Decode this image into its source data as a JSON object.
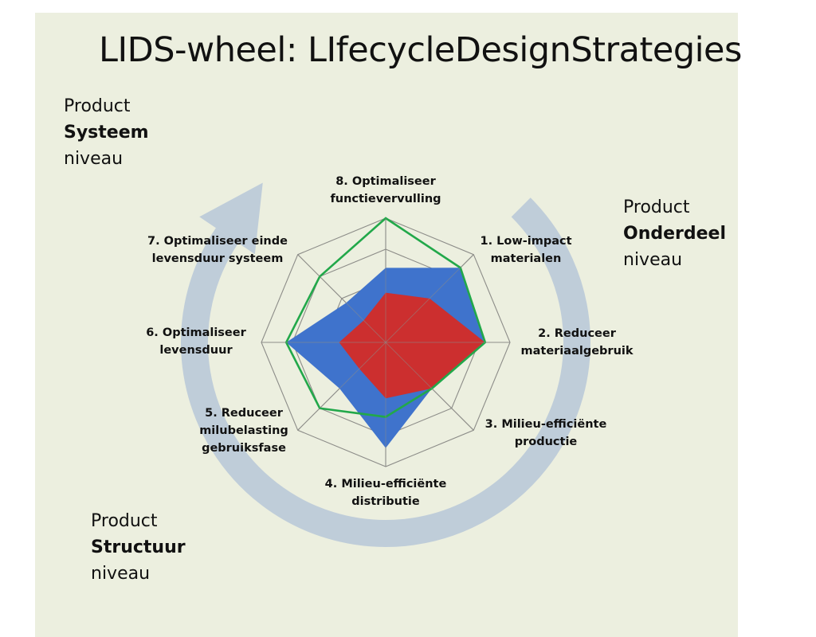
{
  "title": "LIDS-wheel: LIfecycleDesignStrategies",
  "levels": {
    "systeem": {
      "line1": "Product",
      "line2": "Systeem",
      "line3": "niveau"
    },
    "onderdeel": {
      "line1": "Product",
      "line2": "Onderdeel",
      "line3": "niveau"
    },
    "structuur": {
      "line1": "Product",
      "line2": "Structuur",
      "line3": "niveau"
    }
  },
  "chart_data": {
    "type": "radar",
    "axes": [
      {
        "line1": "8. Optimaliseer",
        "line2": "functievervulling"
      },
      {
        "line1": "1. Low-impact",
        "line2": "materialen"
      },
      {
        "line1": "2. Reduceer",
        "line2": "materiaalgebruik"
      },
      {
        "line1": "3. Milieu-efficiënte",
        "line2": "productie"
      },
      {
        "line1": "4. Milieu-efficiënte",
        "line2": "distributie"
      },
      {
        "line1": "5. Reduceer",
        "line2": "milubelasting",
        "line3": "gebruiksfase"
      },
      {
        "line1": "6. Optimaliseer",
        "line2": "levensduur"
      },
      {
        "line1": "7. Optimaliseer einde",
        "line2": "levensduur systeem"
      }
    ],
    "rings": 4,
    "max": 4,
    "series": [
      {
        "values": [
          2.4,
          3.4,
          3.2,
          2.1,
          3.4,
          2.1,
          3.2,
          1.8
        ],
        "color": "#3f73cc"
      },
      {
        "values": [
          1.6,
          2.0,
          3.2,
          2.1,
          1.8,
          1.2,
          1.5,
          1.0
        ],
        "color": "#cc2f2f"
      },
      {
        "values": [
          4.0,
          3.4,
          3.2,
          2.1,
          2.4,
          3.0,
          3.2,
          3.0
        ],
        "color": "#22a84a"
      }
    ],
    "colors": {
      "grid": "#8c8c88",
      "arrow": "#b7c7d8"
    }
  }
}
